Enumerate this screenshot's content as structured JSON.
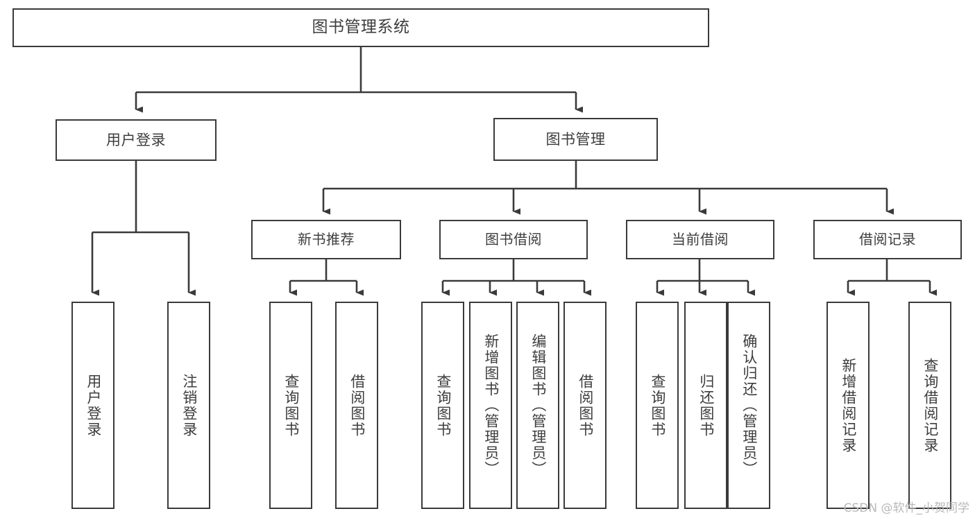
{
  "diagram": {
    "title": "图书管理系统",
    "type": "tree",
    "orientation": "top-down",
    "style": {
      "box_border_color": "#3a3a3a",
      "box_fill_color": "#ffffff",
      "text_color": "#3d3d3d",
      "edge_color": "#3a3a3a",
      "background_color": "#ffffff"
    },
    "nodes": {
      "root": {
        "label": "图书管理系统"
      },
      "level2": [
        {
          "label": "用户登录"
        },
        {
          "label": "图书管理"
        }
      ],
      "level3": [
        {
          "label": "新书推荐"
        },
        {
          "label": "图书借阅"
        },
        {
          "label": "当前借阅"
        },
        {
          "label": "借阅记录"
        }
      ],
      "leaves": {
        "user_login": [
          {
            "label": "用户登录"
          },
          {
            "label": "注销登录"
          }
        ],
        "new_book_recommend": [
          {
            "label": "查询图书"
          },
          {
            "label": "借阅图书"
          }
        ],
        "book_borrow": [
          {
            "label": "查询图书"
          },
          {
            "label": "新增图书（管理员）"
          },
          {
            "label": "编辑图书（管理员）"
          },
          {
            "label": "借阅图书"
          }
        ],
        "current_borrow": [
          {
            "label": "查询图书"
          },
          {
            "label": "归还图书"
          },
          {
            "label": "确认归还（管理员）"
          }
        ],
        "borrow_record": [
          {
            "label": "新增借阅记录"
          },
          {
            "label": "查询借阅记录"
          }
        ]
      }
    }
  },
  "watermark": {
    "text": "CSDN @软件_小贺同学"
  }
}
